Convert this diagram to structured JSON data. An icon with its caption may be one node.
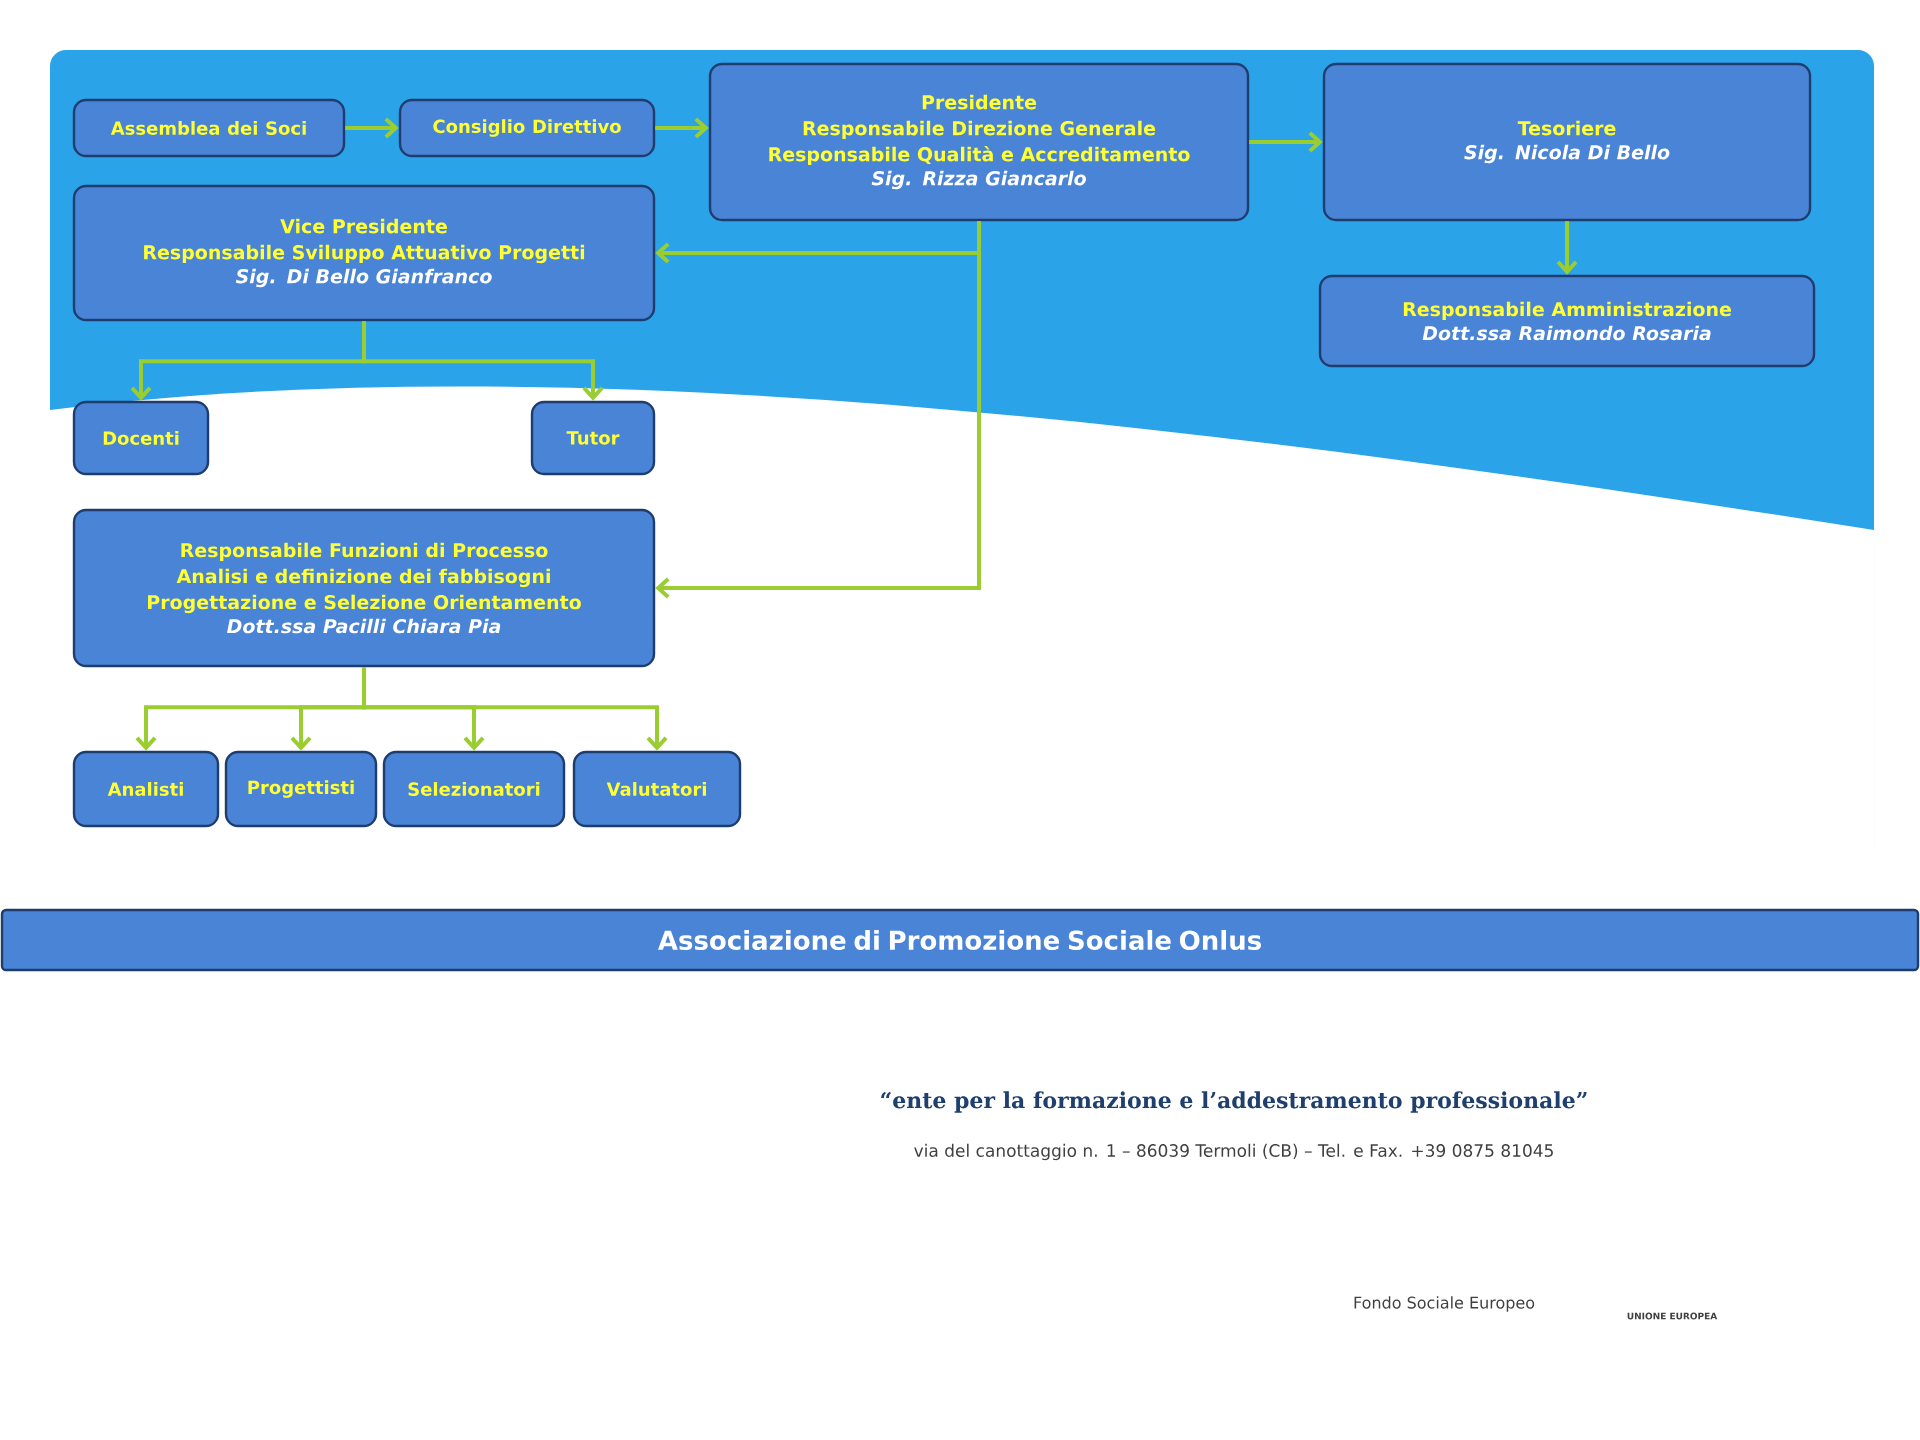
{
  "diagram": {
    "nodes": [
      {
        "text": [
          "Assemblea dei Soci"
        ]
      },
      {
        "text": [
          "Consiglio Direttivo"
        ]
      },
      {
        "text": [
          "Presidente",
          "Responsabile Direzione Generale",
          "Responsabile Qualità e Accreditamento",
          "Sig. Rizza Giancarlo"
        ]
      },
      {
        "text": [
          "Tesoriere",
          "Sig. Nicola Di Bello"
        ]
      },
      {
        "text": [
          "Vice Presidente",
          "Responsabile Sviluppo Attuativo Progetti",
          "Sig. Di Bello Gianfranco"
        ]
      },
      {
        "text": [
          "Responsabile Amministrazione",
          "Dott.ssa Raimondo Rosaria"
        ]
      },
      {
        "text": [
          "Docenti"
        ]
      },
      {
        "text": [
          "Tutor"
        ]
      },
      {
        "text": [
          "Responsabile Funzioni di Processo",
          "Analisi e definizione dei fabbisogni",
          "Progettazione e Selezione Orientamento",
          "Dott.ssa Pacilli Chiara Pia"
        ]
      },
      {
        "text": [
          "Analisti"
        ]
      },
      {
        "text": [
          "Progettisti"
        ]
      },
      {
        "text": [
          "Selezionatori"
        ]
      },
      {
        "text": [
          "Valutatori"
        ]
      },
      {
        "text": [
          "Associazione di Promozione Sociale Onlus"
        ]
      }
    ],
    "edges": [
      {
        "from": 0,
        "to": 1,
        "arrow": "to"
      },
      {
        "from": 1,
        "to": 2,
        "arrow": "to"
      },
      {
        "from": 2,
        "to": 3,
        "arrow": "to"
      },
      {
        "from": 2,
        "to": 4,
        "arrow": "to"
      },
      {
        "from": 3,
        "to": 5,
        "arrow": "to"
      },
      {
        "from": 4,
        "to": 6,
        "arrow": "to"
      },
      {
        "from": 4,
        "to": 7,
        "arrow": "to"
      },
      {
        "from": 2,
        "to": 8,
        "arrow": "to"
      },
      {
        "from": 8,
        "to": 9,
        "arrow": "to"
      },
      {
        "from": 8,
        "to": 10,
        "arrow": "to"
      },
      {
        "from": 8,
        "to": 11,
        "arrow": "to"
      },
      {
        "from": 8,
        "to": 12,
        "arrow": "to"
      }
    ],
    "labels": [
      "“ente per la formazione e l’addestramento professionale”",
      "via del canottaggio n. 1 – 86039 Termoli (CB) – Tel. e Fax. +39 0875 81045",
      "Fondo Sociale Europeo",
      "UNIONE EUROPEA"
    ]
  }
}
